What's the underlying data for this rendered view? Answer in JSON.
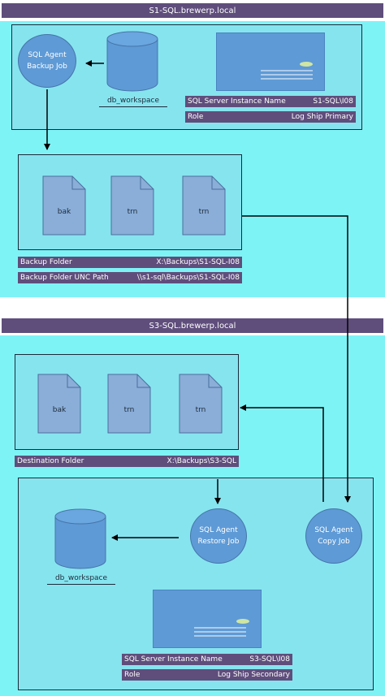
{
  "primary": {
    "server_name": "S1-SQL.brewerp.local",
    "agent_job": {
      "line1": "SQL Agent",
      "line2": "Backup Job"
    },
    "database": "db_workspace",
    "instance": {
      "key": "SQL Server Instance Name",
      "value": "S1-SQL\\I08"
    },
    "role": {
      "key": "Role",
      "value": "Log Ship Primary"
    },
    "files": [
      "bak",
      "trn",
      "trn"
    ],
    "backup_folder": {
      "key": "Backup Folder",
      "value": "X:\\Backups\\S1-SQL-I08"
    },
    "backup_unc": {
      "key": "Backup Folder UNC Path",
      "value": "\\\\s1-sql\\Backups\\S1-SQL-I08"
    }
  },
  "secondary": {
    "server_name": "S3-SQL.brewerp.local",
    "files": [
      "bak",
      "trn",
      "trn"
    ],
    "destination_folder": {
      "key": "Destination Folder",
      "value": "X:\\Backups\\S3-SQL"
    },
    "restore_job": {
      "line1": "SQL Agent",
      "line2": "Restore Job"
    },
    "copy_job": {
      "line1": "SQL Agent",
      "line2": "Copy Job"
    },
    "database": "db_workspace",
    "instance": {
      "key": "SQL Server Instance Name",
      "value": "S3-SQL\\I08"
    },
    "role": {
      "key": "Role",
      "value": "Log Ship Secondary"
    }
  },
  "colors": {
    "server_bar": "#5f4e7c",
    "zone": "#7ef3f6",
    "panel": "#86e4ef",
    "shape_fill": "#5e9ad6",
    "file_fill": "#8aaed8",
    "connector": "#000000"
  }
}
